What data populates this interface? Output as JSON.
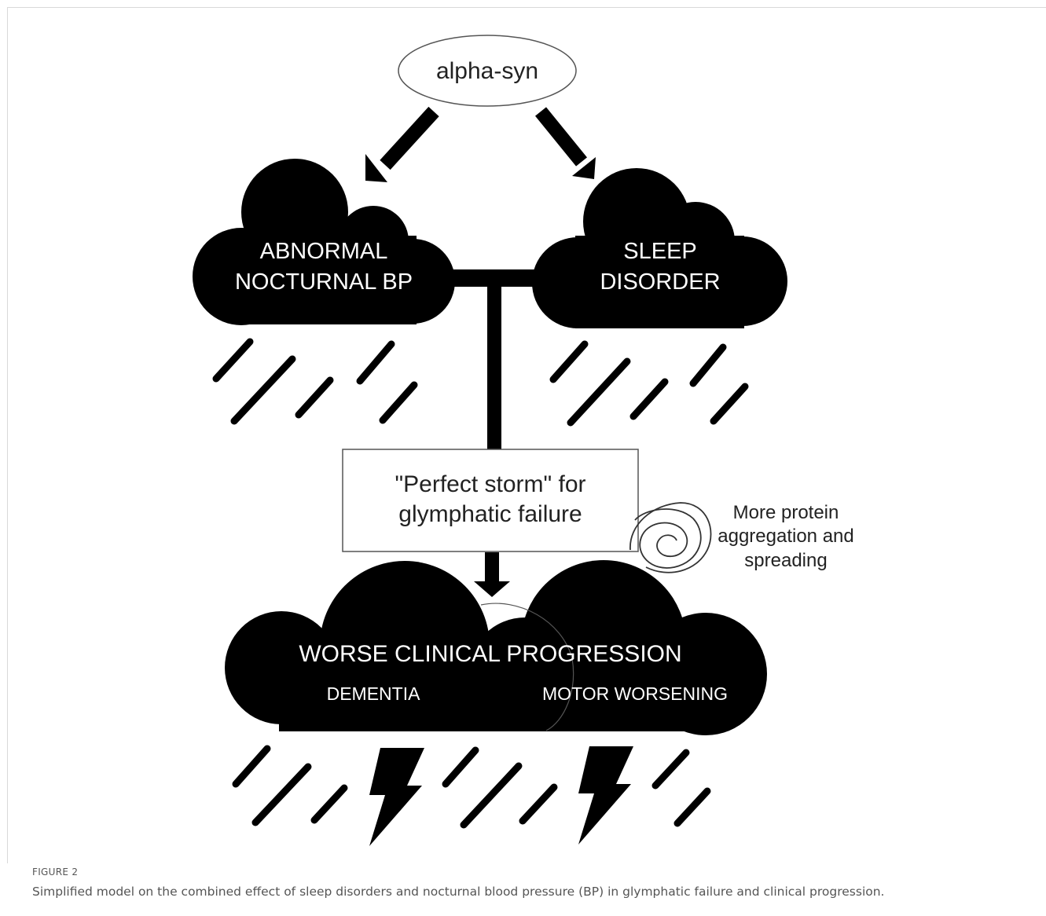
{
  "diagram": {
    "source_node": "alpha-syn",
    "cloud_bp": {
      "line1": "ABNORMAL",
      "line2": "NOCTURNAL BP"
    },
    "cloud_sleep": {
      "line1": "SLEEP",
      "line2": "DISORDER"
    },
    "storm_box": {
      "line1": "\"Perfect storm\" for",
      "line2": "glymphatic failure"
    },
    "spiral_note": {
      "line1": "More protein",
      "line2": "aggregation and",
      "line3": "spreading"
    },
    "outcome_cloud": {
      "title": "WORSE CLINICAL PROGRESSION",
      "left_label": "DEMENTIA",
      "right_label": "MOTOR WORSENING"
    }
  },
  "caption": {
    "label": "FIGURE 2",
    "text": "Simplified model on the combined effect of sleep disorders and nocturnal blood pressure (BP) in glymphatic failure and clinical progression."
  },
  "colors": {
    "ink": "#000000",
    "cloud_text": "#ffffff",
    "caption": "#555555"
  }
}
